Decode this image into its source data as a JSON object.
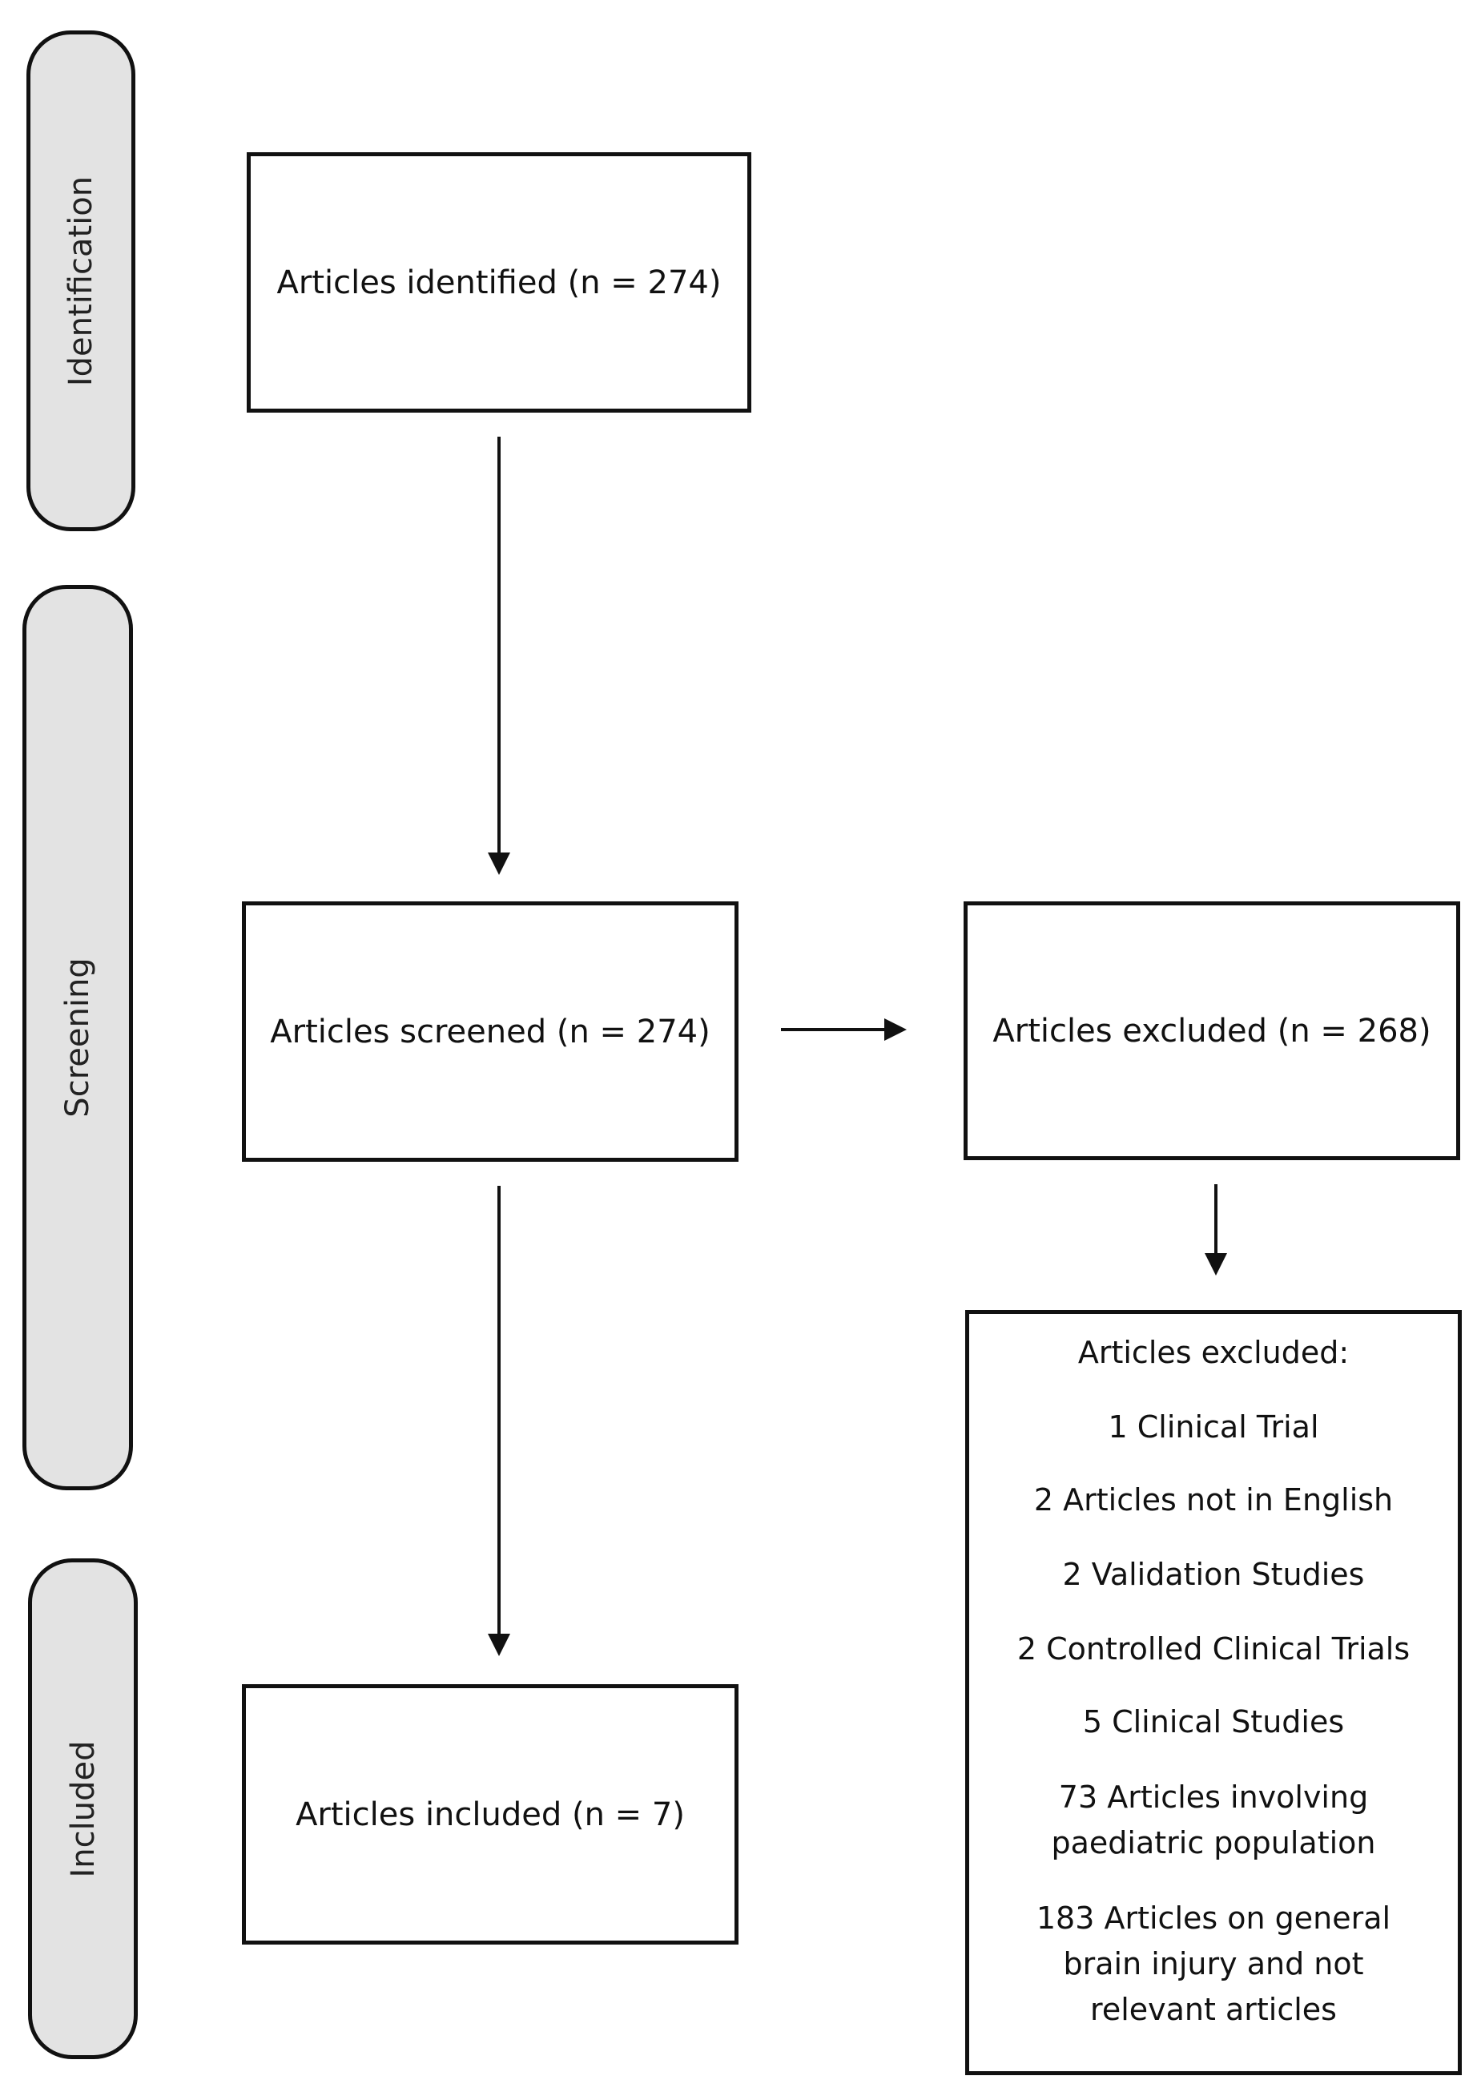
{
  "phases": {
    "identification": "Identification",
    "screening": "Screening",
    "included": "Included"
  },
  "boxes": {
    "identified": "Articles identified (n = 274)",
    "screened": "Articles screened (n = 274)",
    "excluded_count": "Articles excluded (n = 268)",
    "included": "Articles included (n = 7)"
  },
  "exclusion_details": {
    "heading": "Articles excluded:",
    "reasons": [
      "1 Clinical Trial",
      "2 Articles not in English",
      "2 Validation Studies",
      "2 Controlled Clinical Trials",
      "5 Clinical Studies",
      "73 Articles involving",
      "paediatric population",
      "183 Articles on general",
      "brain injury and not",
      "relevant articles"
    ]
  },
  "colors": {
    "phase_fill": "#e3e3e3",
    "stroke": "#111111"
  }
}
